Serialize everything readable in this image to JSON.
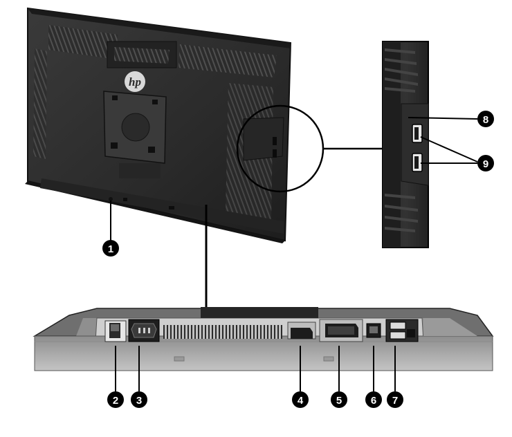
{
  "brand": {
    "logo_text": "hp"
  },
  "callouts": [
    {
      "id": "1",
      "label": "1"
    },
    {
      "id": "2",
      "label": "2"
    },
    {
      "id": "3",
      "label": "3"
    },
    {
      "id": "4",
      "label": "4"
    },
    {
      "id": "5",
      "label": "5"
    },
    {
      "id": "6",
      "label": "6"
    },
    {
      "id": "7",
      "label": "7"
    },
    {
      "id": "8",
      "label": "8"
    },
    {
      "id": "9",
      "label": "9"
    }
  ],
  "colors": {
    "monitor_body": "#2e2e2e",
    "monitor_edge": "#1a1a1a",
    "port_panel_top": "#9a9a9a",
    "port_panel_face": "#b9b9b9",
    "port_dark": "#1e1e1e",
    "callout_fill": "#000000",
    "callout_text": "#ffffff",
    "line": "#000000"
  }
}
